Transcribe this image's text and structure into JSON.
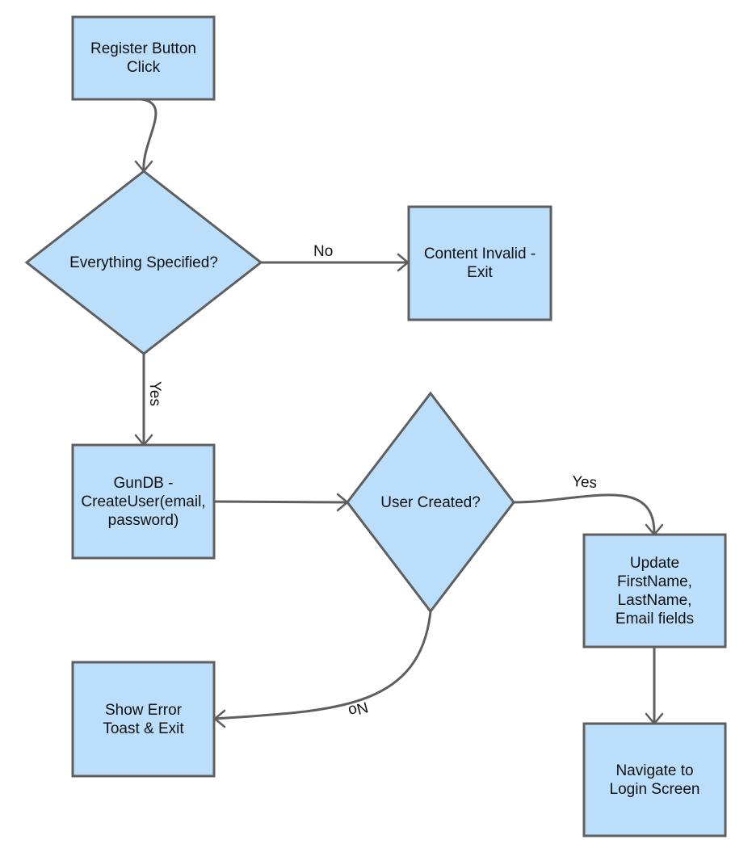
{
  "nodes": {
    "register_click": "Register Button\nClick",
    "everything_specified": "Everything Specified?",
    "content_invalid": "Content Invalid -\nExit",
    "create_user": "GunDB -\nCreateUser(email,\npassword)",
    "user_created": "User Created?",
    "update_fields": "Update\nFirstName,\nLastName,\nEmail fields",
    "show_error": "Show Error\nToast & Exit",
    "navigate_login": "Navigate to\nLogin Screen"
  },
  "edges": {
    "specified_no": "No",
    "specified_yes": "Yes",
    "created_yes": "Yes",
    "created_no": "No"
  },
  "colors": {
    "node_fill": "#bbdefb",
    "stroke": "#5f5f5f",
    "text": "#111111"
  }
}
